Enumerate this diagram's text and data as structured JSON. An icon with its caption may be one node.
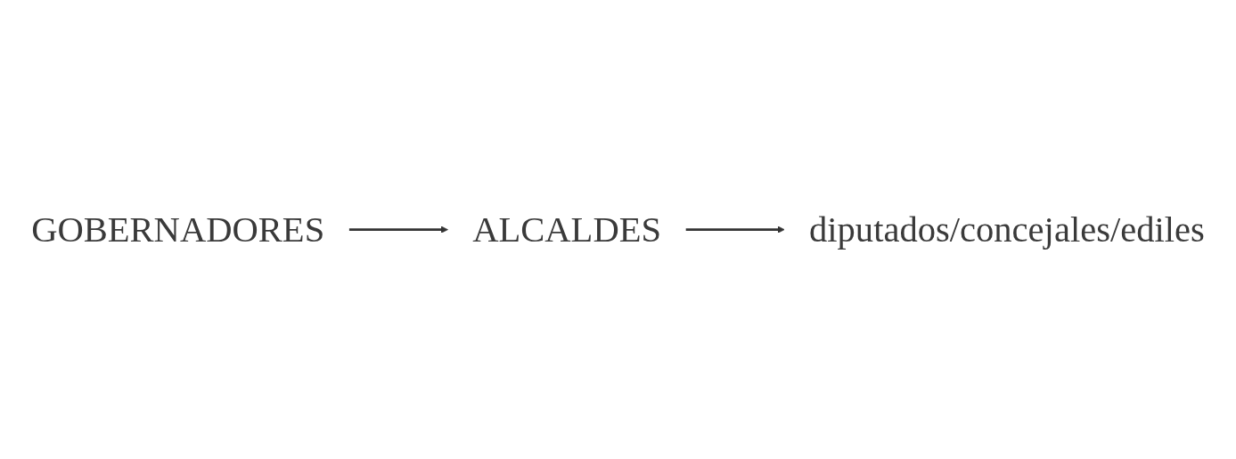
{
  "diagram": {
    "nodes": [
      {
        "text": [
          "GOBERNADORES"
        ]
      },
      {
        "text": [
          "ALCALDES"
        ]
      },
      {
        "text": [
          "diputados/concejales/ediles"
        ]
      }
    ],
    "edges": [
      {
        "from": 0,
        "to": 1,
        "arrow": "to"
      },
      {
        "from": 1,
        "to": 2,
        "arrow": "to"
      }
    ]
  }
}
